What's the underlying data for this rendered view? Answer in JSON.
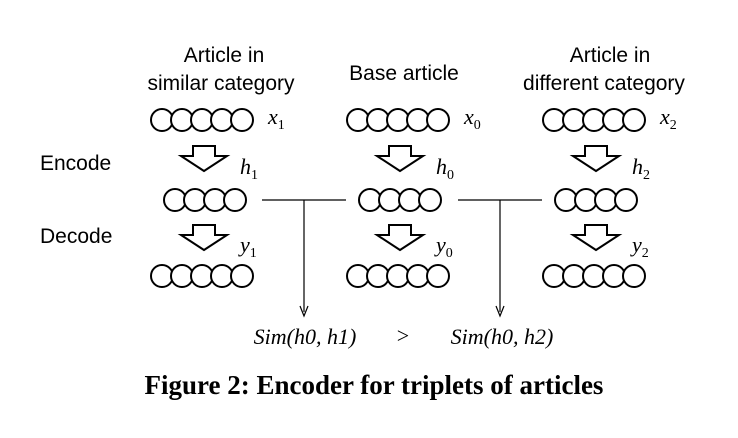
{
  "columns": [
    {
      "id": "similar",
      "title_lines": [
        "Article in",
        "similar category"
      ],
      "input": "x",
      "input_sub": "1",
      "hidden": "h",
      "hidden_sub": "1",
      "output": "y",
      "output_sub": "1"
    },
    {
      "id": "base",
      "title_lines": [
        "Base article"
      ],
      "input": "x",
      "input_sub": "0",
      "hidden": "h",
      "hidden_sub": "0",
      "output": "y",
      "output_sub": "0"
    },
    {
      "id": "different",
      "title_lines": [
        "Article in",
        "different category"
      ],
      "input": "x",
      "input_sub": "2",
      "hidden": "h",
      "hidden_sub": "2",
      "output": "y",
      "output_sub": "2"
    }
  ],
  "row_labels": {
    "encode": "Encode",
    "decode": "Decode"
  },
  "similarity": {
    "left": "Sim(h0, h1)",
    "operator": ">",
    "right": "Sim(h0, h2)"
  },
  "caption": "Figure 2: Encoder for triplets of articles"
}
